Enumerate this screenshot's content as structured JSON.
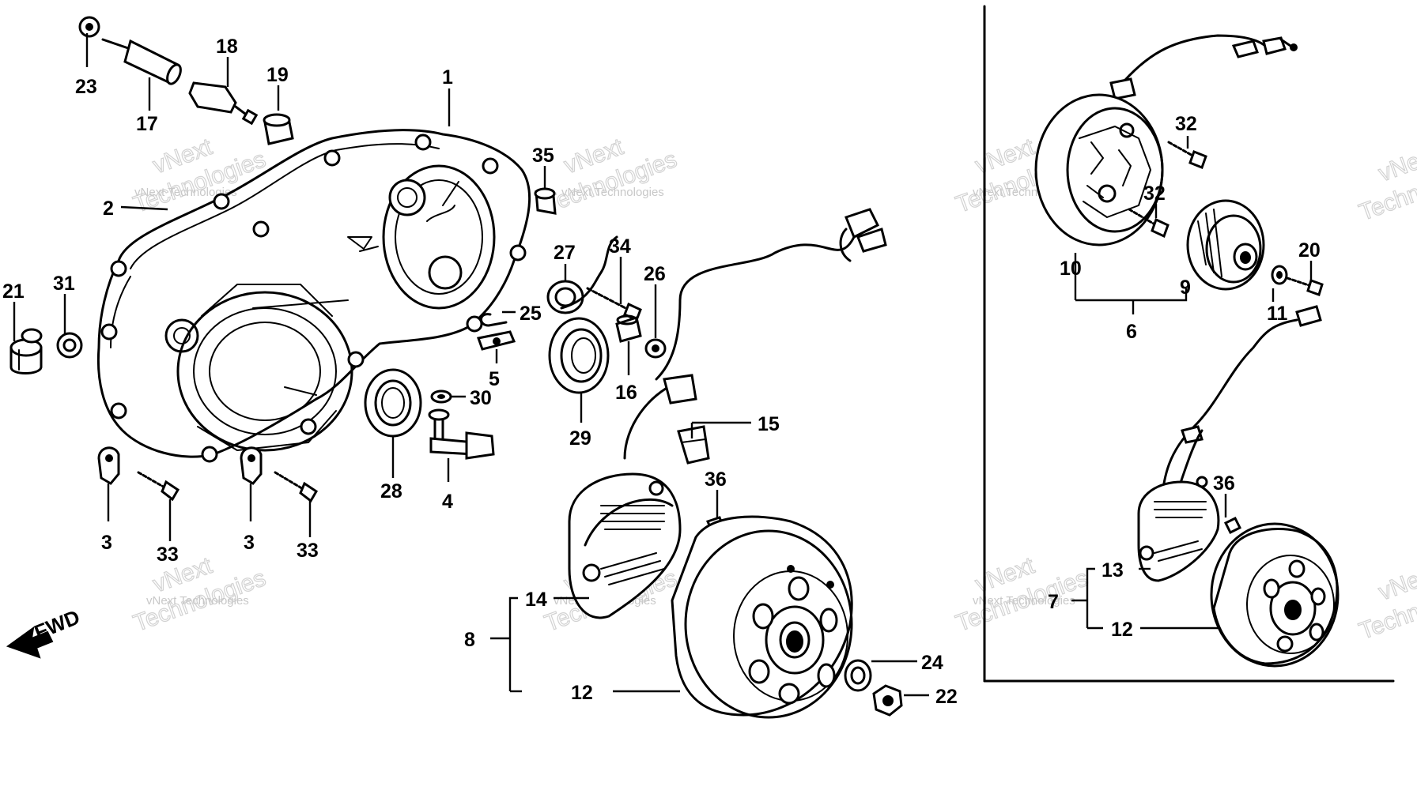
{
  "diagram": {
    "fwd_label": "FWD",
    "watermark": [
      "vNext Technologies",
      "vNext",
      "Technologies"
    ],
    "callouts": [
      {
        "id": "c1",
        "text": "1"
      },
      {
        "id": "c2",
        "text": "2"
      },
      {
        "id": "c3a",
        "text": "3"
      },
      {
        "id": "c3b",
        "text": "3"
      },
      {
        "id": "c4",
        "text": "4"
      },
      {
        "id": "c5",
        "text": "5"
      },
      {
        "id": "c6",
        "text": "6"
      },
      {
        "id": "c7",
        "text": "7"
      },
      {
        "id": "c8",
        "text": "8"
      },
      {
        "id": "c9",
        "text": "9"
      },
      {
        "id": "c10",
        "text": "10"
      },
      {
        "id": "c11",
        "text": "11"
      },
      {
        "id": "c12a",
        "text": "12"
      },
      {
        "id": "c12b",
        "text": "12"
      },
      {
        "id": "c13",
        "text": "13"
      },
      {
        "id": "c14",
        "text": "14"
      },
      {
        "id": "c15",
        "text": "15"
      },
      {
        "id": "c16",
        "text": "16"
      },
      {
        "id": "c17",
        "text": "17"
      },
      {
        "id": "c18",
        "text": "18"
      },
      {
        "id": "c19",
        "text": "19"
      },
      {
        "id": "c20",
        "text": "20"
      },
      {
        "id": "c21",
        "text": "21"
      },
      {
        "id": "c22",
        "text": "22"
      },
      {
        "id": "c23",
        "text": "23"
      },
      {
        "id": "c24",
        "text": "24"
      },
      {
        "id": "c25",
        "text": "25"
      },
      {
        "id": "c26",
        "text": "26"
      },
      {
        "id": "c27",
        "text": "27"
      },
      {
        "id": "c28",
        "text": "28"
      },
      {
        "id": "c29",
        "text": "29"
      },
      {
        "id": "c30",
        "text": "30"
      },
      {
        "id": "c31",
        "text": "31"
      },
      {
        "id": "c32a",
        "text": "32"
      },
      {
        "id": "c32b",
        "text": "32"
      },
      {
        "id": "c33a",
        "text": "33"
      },
      {
        "id": "c33b",
        "text": "33"
      },
      {
        "id": "c34",
        "text": "34"
      },
      {
        "id": "c35",
        "text": "35"
      },
      {
        "id": "c36a",
        "text": "36"
      },
      {
        "id": "c36b",
        "text": "36"
      }
    ]
  }
}
